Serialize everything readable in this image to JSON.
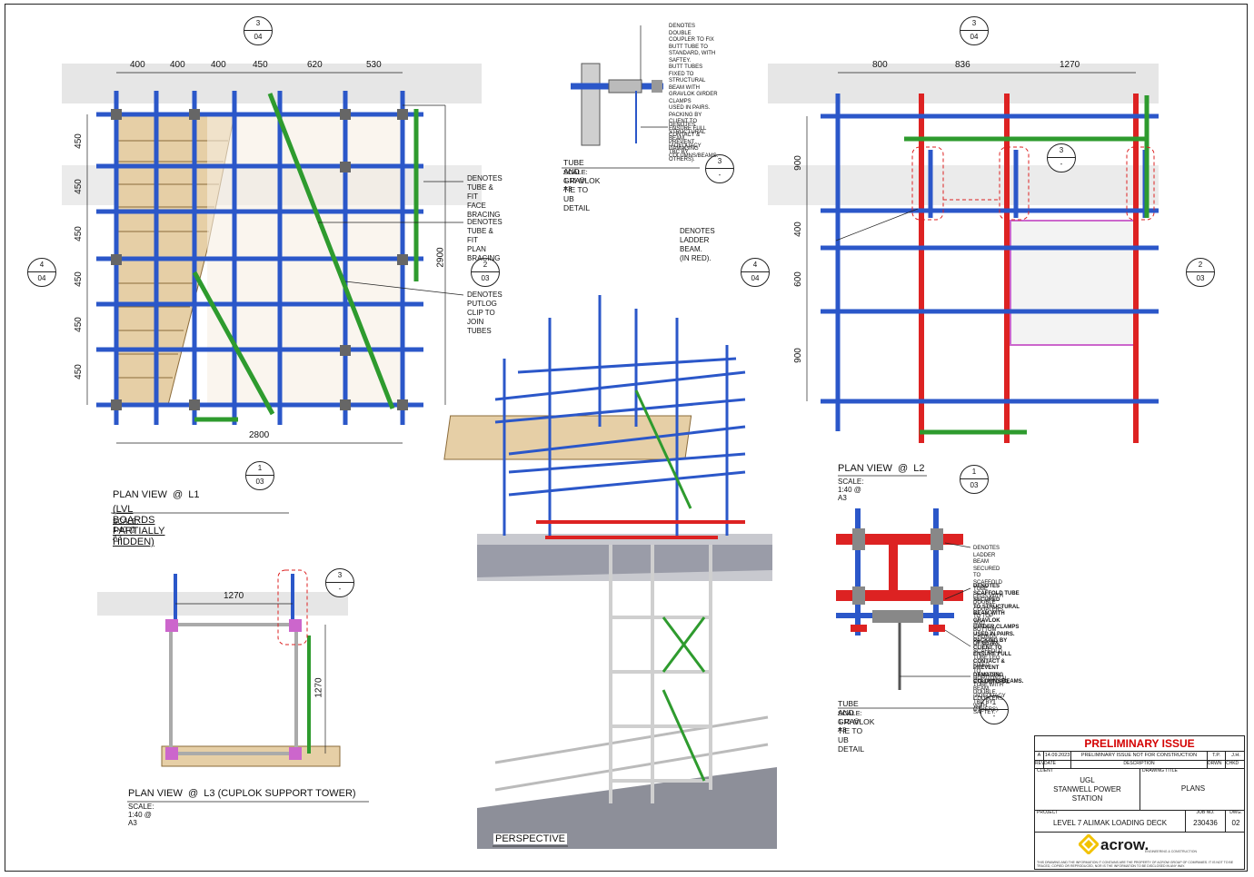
{
  "views": {
    "l1": {
      "title": "PLAN VIEW  @  L1",
      "subtitle": "(LVL BOARDS PARTIALLY HIDDEN)",
      "scale": "SCALE: 1:40 @ A3",
      "top_dims": [
        "400",
        "400",
        "400",
        "450",
        "620",
        "530"
      ],
      "left_dims": [
        "450",
        "450",
        "450",
        "450",
        "450",
        "450"
      ],
      "overall_width": "2800",
      "overall_height": "2900"
    },
    "l2": {
      "title": "PLAN VIEW  @  L2",
      "scale": "SCALE: 1:40 @ A3",
      "top_dims": [
        "800",
        "836",
        "1270"
      ],
      "left_dims": [
        "900",
        "400",
        "600",
        "900"
      ]
    },
    "l3": {
      "title": "PLAN VIEW  @  L3 (CUPLOK SUPPORT TOWER)",
      "scale": "SCALE: 1:40 @ A3",
      "dim_h": "1270",
      "dim_v": "1270"
    },
    "perspective": {
      "title": "PERSPECTIVE"
    }
  },
  "details": {
    "d1": {
      "title": "TUBE AND GRAVLOK TIE TO UB DETAIL",
      "scale": "SCALE: 1:15 @ A3"
    },
    "d2": {
      "title": "TUBE AND GRAVLOK TIE TO UB DETAIL",
      "scale": "SCALE: 1:15 @ A3"
    }
  },
  "markers": {
    "sec3_04": {
      "num": "3",
      "ref": "04"
    },
    "sec4_04": {
      "num": "4",
      "ref": "04"
    },
    "sec2_03": {
      "num": "2",
      "ref": "03"
    },
    "sec1_03": {
      "num": "1",
      "ref": "03"
    },
    "det3": {
      "num": "3",
      "ref": "-"
    },
    "det1": {
      "num": "1",
      "ref": "-"
    }
  },
  "notes": {
    "face_bracing": [
      "DENOTES TUBE & FIT",
      "FACE BRACING"
    ],
    "plan_bracing": [
      "DENOTES TUBE & FIT",
      "PLAN BRACING"
    ],
    "putlog": [
      "DENOTES PUTLOG",
      "CLIP TO JOIN TUBES"
    ],
    "ladder_beam": [
      "DENOTES LADDER BEAM.",
      "(IN RED)."
    ],
    "double_coupler": [
      "DENOTES DOUBLE COUPLER TO FIX",
      "BUTT TUBE TO STANDARD, WITH SAFTEY.",
      "BUTT TUBES FIXED TO STRUCTURAL",
      "BEAM WITH GRAVLOK GIRDER CLAMPS",
      "USED IN PAIRS. PACKING BY CLIENT TO",
      "ENSURE FULL CONTACT & PREVENT",
      "DAMAGING COLUMNS/BEAMS."
    ],
    "structural_beam_1": [
      "DENOTES STRUCTURAL BEAM.",
      "(ADEQUACY TBC BY OTHERS)."
    ],
    "ladder_secured": [
      "DENOTES LADDER BEAM SECURED TO",
      "SCAFFOLD TUBE LEGS WITH DOUBLE",
      "COUPLERS TO TOP AND BOTTOM",
      "CHORDS OF BEAM."
    ],
    "scaffold_secured": [
      "DENOTES SCAFFOLD TUBE SECURED",
      "TO STRUCTURAL BEAM WITH GRAVLOK",
      "GIRDER CLAMPS USED IN PAIRS.",
      "PACKING BY CLIENT TO ENSURE FULL",
      "CONTACT & PREVENT DAMAGING",
      "COLUMNS/BEAMS."
    ],
    "leg_fixed": [
      "DENOTES SCAFFOLD TUBE LEG FIXED",
      "TO HORIZONTAL TUBE WITH DOUBLE",
      "COUPLERS WITH SAFTEY."
    ],
    "structural_beam_2": [
      "DENOTES STRUCTURAL BEAM.",
      "(ADEQUACY TBC BY OTHERS)."
    ]
  },
  "title_block": {
    "status": "PRELIMINARY ISSUE",
    "rev": "A",
    "date": "14.09.2023",
    "description": "PRELIMINARY ISSUE  NOT FOR CONSTRUCTION",
    "drwn": "T.P.",
    "chkd": "J.H.",
    "h_rev": "REV",
    "h_date": "DATE",
    "h_desc": "DESCRIPTION",
    "h_drwn": "DRWN",
    "h_chkd": "CHKD",
    "client_label": "CLIENT",
    "client": [
      "UGL",
      "STANWELL POWER",
      "STATION"
    ],
    "drawing_title_label": "DRAWING TITLE",
    "drawing_title": "PLANS",
    "project_label": "PROJECT",
    "project": "LEVEL 7 ALIMAK LOADING DECK",
    "job_label": "JOB NO.",
    "job_no": "230436",
    "dwg_label": "DWG.",
    "dwg_no": "02",
    "company": "acrow.",
    "company_tag": "ENGINEERING & CONSTRUCTION",
    "disclaimer": "THIS DRAWING AND THE INFORMATION IT CONTAINS ARE THE PROPERTY OF ACROW GROUP OF COMPANIES. IT IS NOT TO BE TRACED, COPIED OR REPRODUCED, NOR IS THE INFORMATION TO BE DISCLOSED IN ANY WAY."
  },
  "colors": {
    "standard_blue": "#2b57c9",
    "bracing_green": "#2e9b2e",
    "ladder_red": "#dd2222",
    "board_tan": "#e9d2ad",
    "grey_band": "#e6e6e6"
  }
}
